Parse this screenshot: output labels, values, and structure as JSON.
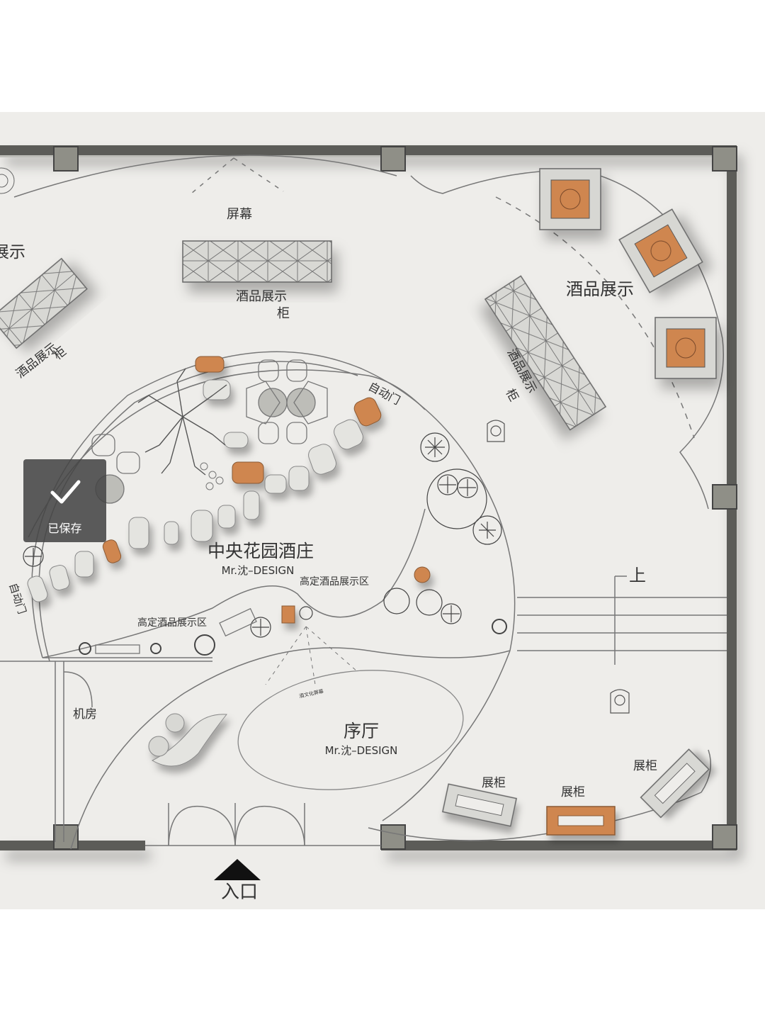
{
  "colors": {
    "background": "#eeedea",
    "wall": "#4a4a4a",
    "pillar": "#8f8f87",
    "accent": "#cf8650",
    "line": "#6b6b6b"
  },
  "rooms": {
    "screen": "屏幕",
    "wine_display_left": "展示",
    "wine_cabinet_left_1": "酒品展示",
    "wine_cabinet_left_2": "柜",
    "wine_cabinet_top_1": "酒品展示",
    "wine_cabinet_top_2": "柜",
    "wine_display_right": "酒品展示",
    "wine_cabinet_diag_1": "酒品展示",
    "wine_cabinet_diag_2": "柜",
    "auto_door_top": "自动门",
    "auto_door_left": "自动门",
    "garden_title": "中央花园酒庄",
    "garden_brand": "Mr.沈–DESIGN",
    "premium_area_1": "高定酒品展示区",
    "premium_area_2": "高定酒品展示区",
    "up": "上",
    "machine_room": "机房",
    "lobby": "序厅",
    "lobby_brand": "Mr.沈–DESIGN",
    "lobby_screen": "酒文化屏幕",
    "cabinet_1": "展柜",
    "cabinet_2": "展柜",
    "cabinet_3": "展柜",
    "entrance": "入口"
  },
  "toast": {
    "icon": "check-icon",
    "label": "已保存"
  }
}
